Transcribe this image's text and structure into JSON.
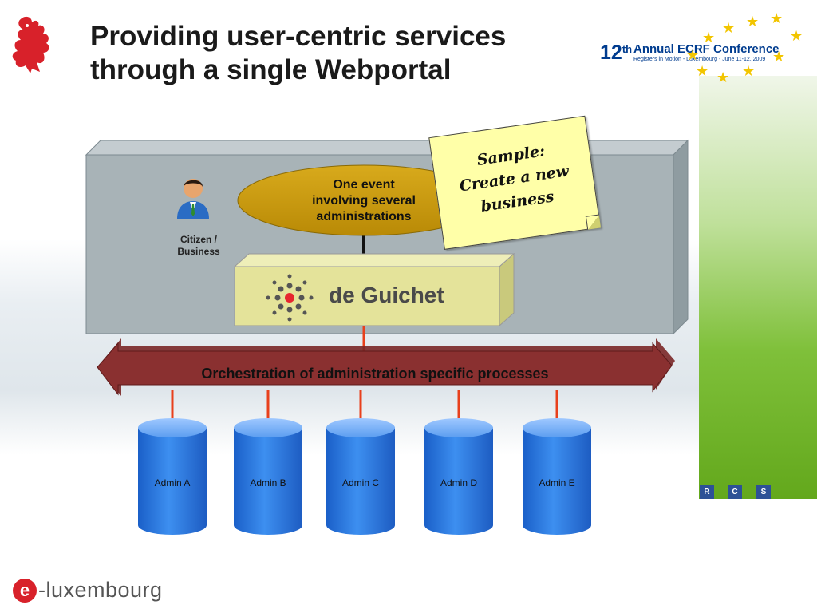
{
  "slide": {
    "title_line1": "Providing user-centric services",
    "title_line2": "through a single Webportal"
  },
  "conference": {
    "number": "12",
    "number_suffix": "th",
    "name": "Annual ECRF Conference",
    "subtitle": "Registers in Motion - Luxembourg - June 11-12, 2009"
  },
  "diagram": {
    "citizen_label": "Citizen / Business",
    "event_label": "One event involving several administrations",
    "event_line1": "One event",
    "event_line2": "involving several",
    "event_line3": "administrations",
    "portal_name": "de Guichet",
    "orchestration_label": "Orchestration of administration specific processes",
    "admins": [
      {
        "label": "Admin A"
      },
      {
        "label": "Admin B"
      },
      {
        "label": "Admin C"
      },
      {
        "label": "Admin D"
      },
      {
        "label": "Admin E"
      }
    ]
  },
  "note": {
    "line1": "Sample:",
    "line2": "Create a new",
    "line3": "business"
  },
  "rcs_badges": [
    "R",
    "C",
    "S"
  ],
  "footer": {
    "logo_letter": "e",
    "logo_text": "-luxembourg"
  },
  "colors": {
    "title_text": "#1a1a1a",
    "panel_grey": "#a8b3b7",
    "event_gold": "#c99a10",
    "portal_box": "#e4e39a",
    "orchestration_red": "#8a3030",
    "connector_red": "#e8401c",
    "cylinder_blue": "#2f7de0",
    "note_yellow": "#ffffa8",
    "conference_blue": "#003c8f",
    "brand_red": "#d8212a"
  }
}
